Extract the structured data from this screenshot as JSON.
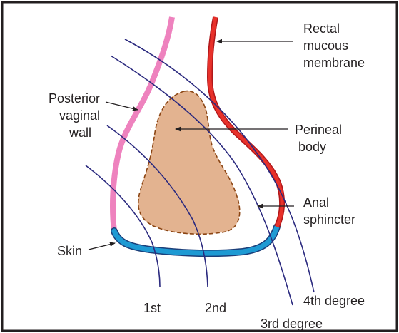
{
  "labels": {
    "rectal_mucous_membrane": [
      "Rectal",
      "mucous",
      "membrane"
    ],
    "posterior_vaginal_wall": [
      "Posterior",
      "vaginal",
      "wall"
    ],
    "perineal_body": [
      "Perineal",
      "body"
    ],
    "anal_sphincter": [
      "Anal",
      "sphincter"
    ],
    "skin": "Skin"
  },
  "degrees": {
    "first": "1st",
    "second": "2nd",
    "third": "3rd degree",
    "fourth": "4th degree"
  },
  "colors": {
    "vaginal_wall": "#ee82be",
    "rectal_mucosa": "#e8312a",
    "rectal_mucosa_outline": "#b0181b",
    "skin": "#1e9ad3",
    "skin_outline": "#1b3f7a",
    "perineal_body_fill": "#e3b390",
    "perineal_body_outline": "#8b4513",
    "degree_lines": "#2b2a7f",
    "frame": "#231f20",
    "text": "#231f20"
  }
}
